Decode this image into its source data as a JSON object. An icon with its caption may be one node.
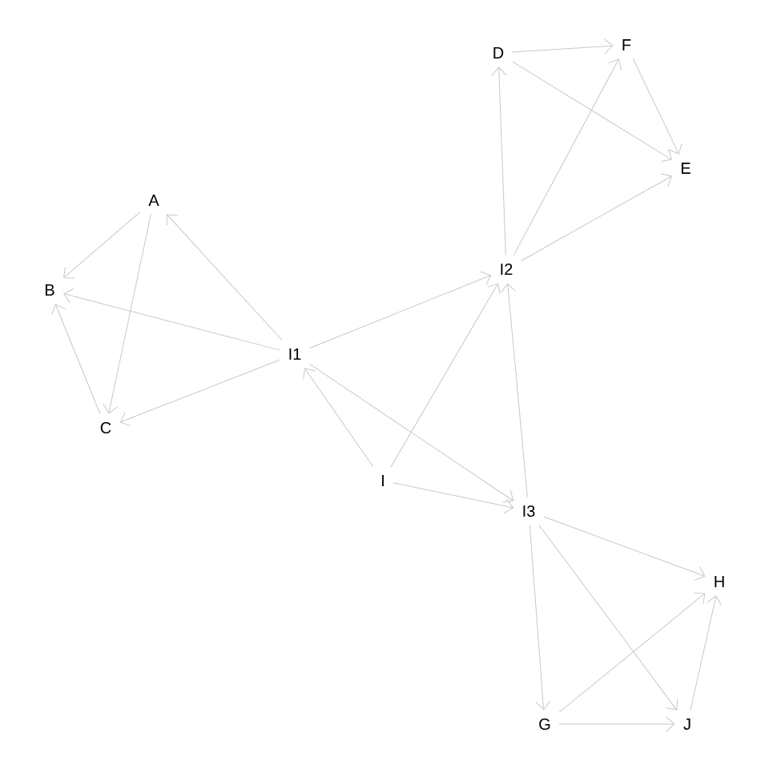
{
  "diagram": {
    "nodes": [
      {
        "text": [
          "A"
        ]
      },
      {
        "text": [
          "B"
        ]
      },
      {
        "text": [
          "C"
        ]
      },
      {
        "text": [
          "I1"
        ]
      },
      {
        "text": [
          "I2"
        ]
      },
      {
        "text": [
          "D"
        ]
      },
      {
        "text": [
          "F"
        ]
      },
      {
        "text": [
          "E"
        ]
      },
      {
        "text": [
          "I"
        ]
      },
      {
        "text": [
          "I3"
        ]
      },
      {
        "text": [
          "H"
        ]
      },
      {
        "text": [
          "G"
        ]
      },
      {
        "text": [
          "J"
        ]
      }
    ],
    "edges": [
      {
        "from": 0,
        "to": 1,
        "arrow": "to"
      },
      {
        "from": 0,
        "to": 2,
        "arrow": "to"
      },
      {
        "from": 2,
        "to": 1,
        "arrow": "to"
      },
      {
        "from": 3,
        "to": 0,
        "arrow": "to"
      },
      {
        "from": 3,
        "to": 1,
        "arrow": "to"
      },
      {
        "from": 3,
        "to": 2,
        "arrow": "to"
      },
      {
        "from": 3,
        "to": 4,
        "arrow": "to"
      },
      {
        "from": 3,
        "to": 9,
        "arrow": "to"
      },
      {
        "from": 8,
        "to": 3,
        "arrow": "to"
      },
      {
        "from": 8,
        "to": 4,
        "arrow": "to"
      },
      {
        "from": 8,
        "to": 9,
        "arrow": "to"
      },
      {
        "from": 9,
        "to": 4,
        "arrow": "to"
      },
      {
        "from": 4,
        "to": 5,
        "arrow": "to"
      },
      {
        "from": 4,
        "to": 6,
        "arrow": "to"
      },
      {
        "from": 4,
        "to": 7,
        "arrow": "to"
      },
      {
        "from": 5,
        "to": 6,
        "arrow": "to"
      },
      {
        "from": 5,
        "to": 7,
        "arrow": "to"
      },
      {
        "from": 6,
        "to": 7,
        "arrow": "to"
      },
      {
        "from": 9,
        "to": 10,
        "arrow": "to"
      },
      {
        "from": 9,
        "to": 11,
        "arrow": "to"
      },
      {
        "from": 9,
        "to": 12,
        "arrow": "to"
      },
      {
        "from": 11,
        "to": 10,
        "arrow": "to"
      },
      {
        "from": 11,
        "to": 12,
        "arrow": "to"
      },
      {
        "from": 12,
        "to": 10,
        "arrow": "to"
      }
    ]
  }
}
